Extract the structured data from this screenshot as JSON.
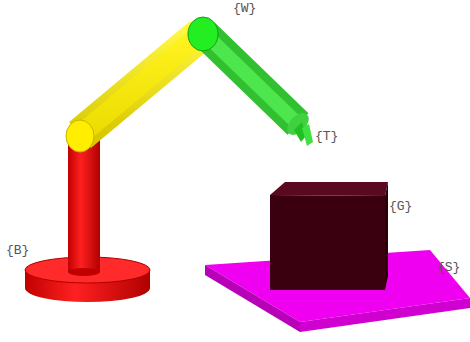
{
  "diagram": {
    "labels": [
      "{W}",
      "{T}",
      "{G}",
      "{B}",
      "{S}"
    ]
  }
}
